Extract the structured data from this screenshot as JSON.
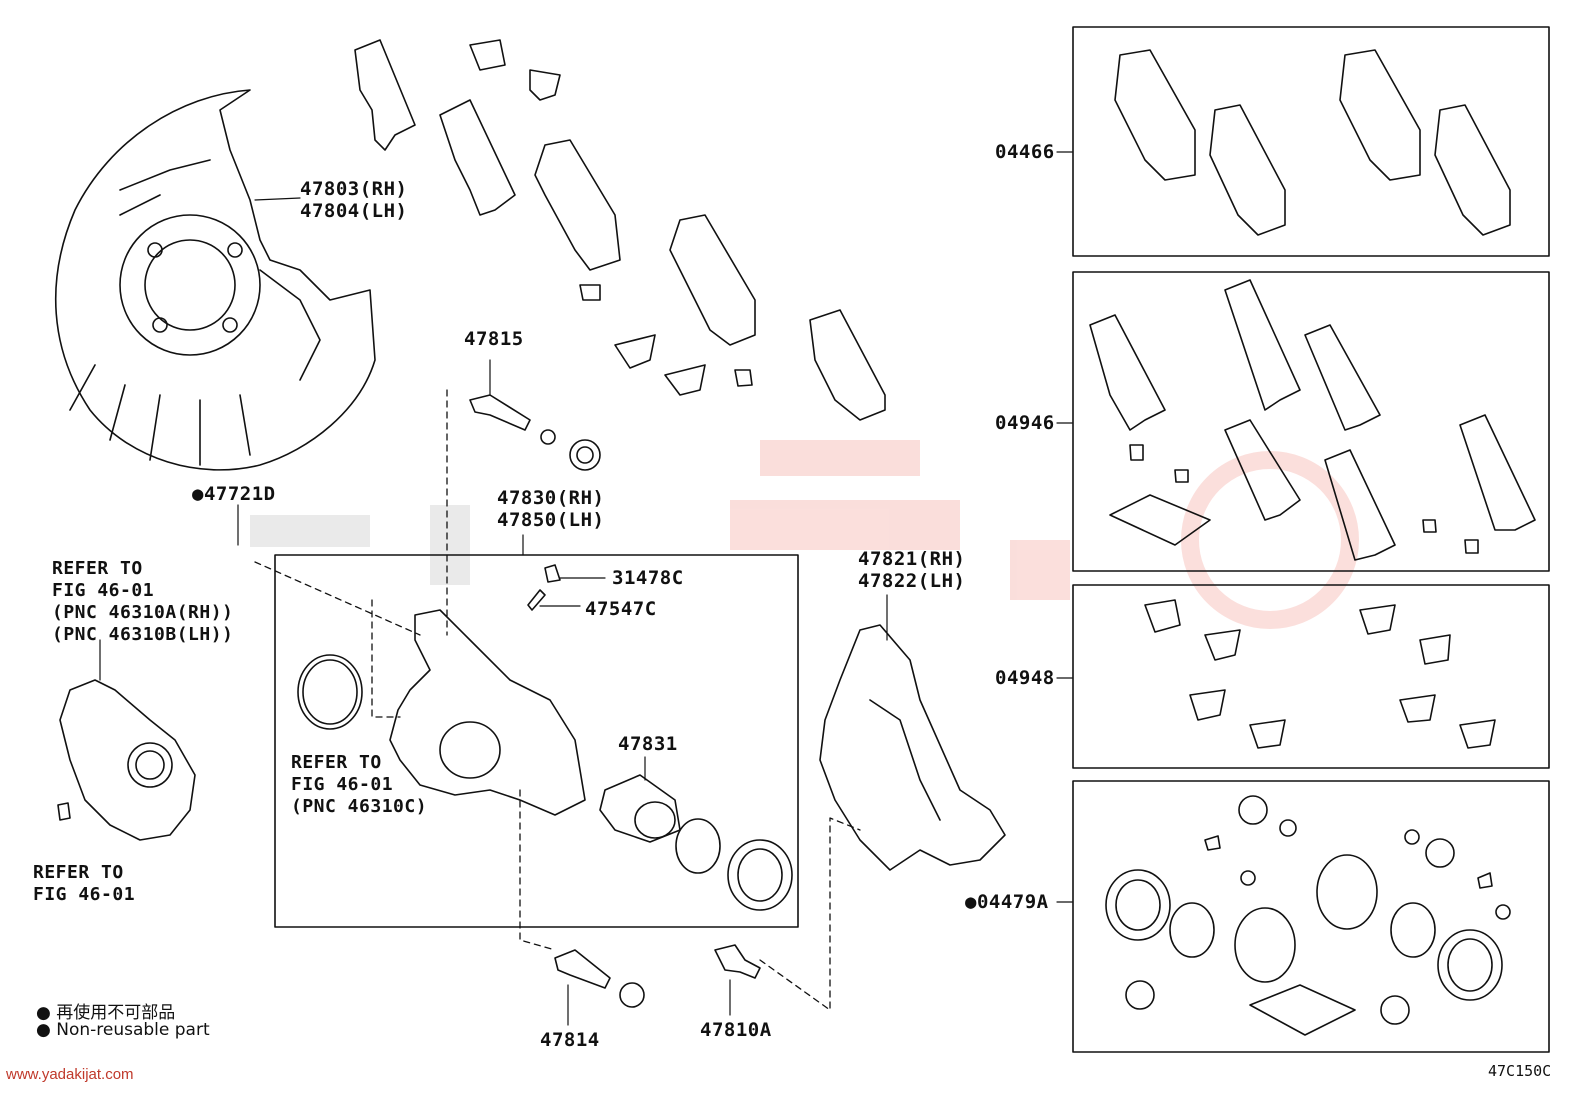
{
  "parts": {
    "p47803": "47803(RH)",
    "p47804": "47804(LH)",
    "p47815": "47815",
    "p47721d": "●47721D",
    "p47830": "47830(RH)",
    "p47850": "47850(LH)",
    "p31478c": "31478C",
    "p47547c": "47547C",
    "p47821": "47821(RH)",
    "p47822": "47822(LH)",
    "p47831": "47831",
    "p47814": "47814",
    "p47810a": "47810A",
    "p04466": "04466",
    "p04946": "04946",
    "p04948": "04948",
    "p04479a": "●04479A"
  },
  "refers": {
    "caliper_l1": "REFER TO",
    "caliper_l2": "FIG 46-01",
    "caliper_l3": "(PNC 46310A(RH))",
    "caliper_l4": "(PNC 46310B(LH))",
    "seal_l1": "REFER TO",
    "seal_l2": "FIG 46-01",
    "seal_l3": "(PNC 46310C)",
    "bleeder_l1": "REFER TO",
    "bleeder_l2": "FIG 46-01"
  },
  "legend": {
    "jp": "● 再使用不可部品",
    "en": "● Non-reusable part"
  },
  "footer": {
    "website": "www.yadakijat.com",
    "figure_code": "47C150C"
  }
}
